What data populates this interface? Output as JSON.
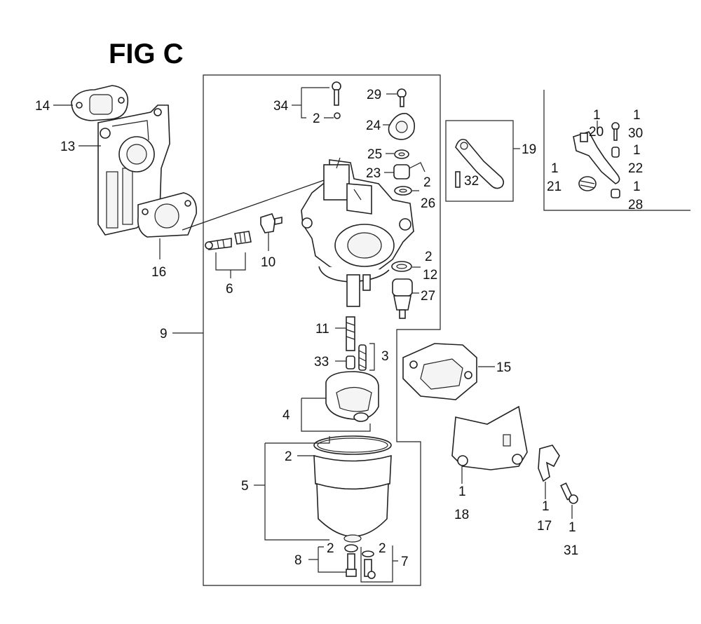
{
  "figure": {
    "title": "FIG C"
  },
  "callouts": [
    {
      "id": "c14",
      "text": "14"
    },
    {
      "id": "c13",
      "text": "13"
    },
    {
      "id": "c16",
      "text": "16"
    },
    {
      "id": "c9",
      "text": "9"
    },
    {
      "id": "c6",
      "text": "6"
    },
    {
      "id": "c10",
      "text": "10"
    },
    {
      "id": "c34",
      "text": "34"
    },
    {
      "id": "c34q",
      "text": "2"
    },
    {
      "id": "c29",
      "text": "29"
    },
    {
      "id": "c24",
      "text": "24"
    },
    {
      "id": "c25",
      "text": "25"
    },
    {
      "id": "c23",
      "text": "23"
    },
    {
      "id": "c23q",
      "text": "2"
    },
    {
      "id": "c26",
      "text": "26"
    },
    {
      "id": "c12q",
      "text": "2"
    },
    {
      "id": "c12",
      "text": "12"
    },
    {
      "id": "c27",
      "text": "27"
    },
    {
      "id": "c11",
      "text": "11"
    },
    {
      "id": "c33",
      "text": "33"
    },
    {
      "id": "c3",
      "text": "3"
    },
    {
      "id": "c4",
      "text": "4"
    },
    {
      "id": "c2a",
      "text": "2"
    },
    {
      "id": "c5",
      "text": "5"
    },
    {
      "id": "c8",
      "text": "8"
    },
    {
      "id": "c8q",
      "text": "2"
    },
    {
      "id": "c7q",
      "text": "2"
    },
    {
      "id": "c7",
      "text": "7"
    },
    {
      "id": "c19",
      "text": "19"
    },
    {
      "id": "c32",
      "text": "32"
    },
    {
      "id": "c15",
      "text": "15"
    },
    {
      "id": "c18q",
      "text": "1"
    },
    {
      "id": "c18",
      "text": "18"
    },
    {
      "id": "c17q",
      "text": "1"
    },
    {
      "id": "c17",
      "text": "17"
    },
    {
      "id": "c31q",
      "text": "1"
    },
    {
      "id": "c31",
      "text": "31"
    },
    {
      "id": "c20q",
      "text": "1"
    },
    {
      "id": "c20",
      "text": "20"
    },
    {
      "id": "c30q",
      "text": "1"
    },
    {
      "id": "c30",
      "text": "30"
    },
    {
      "id": "c22q",
      "text": "1"
    },
    {
      "id": "c22",
      "text": "22"
    },
    {
      "id": "c21q",
      "text": "1"
    },
    {
      "id": "c21",
      "text": "21"
    },
    {
      "id": "c28q",
      "text": "1"
    },
    {
      "id": "c28",
      "text": "28"
    }
  ]
}
